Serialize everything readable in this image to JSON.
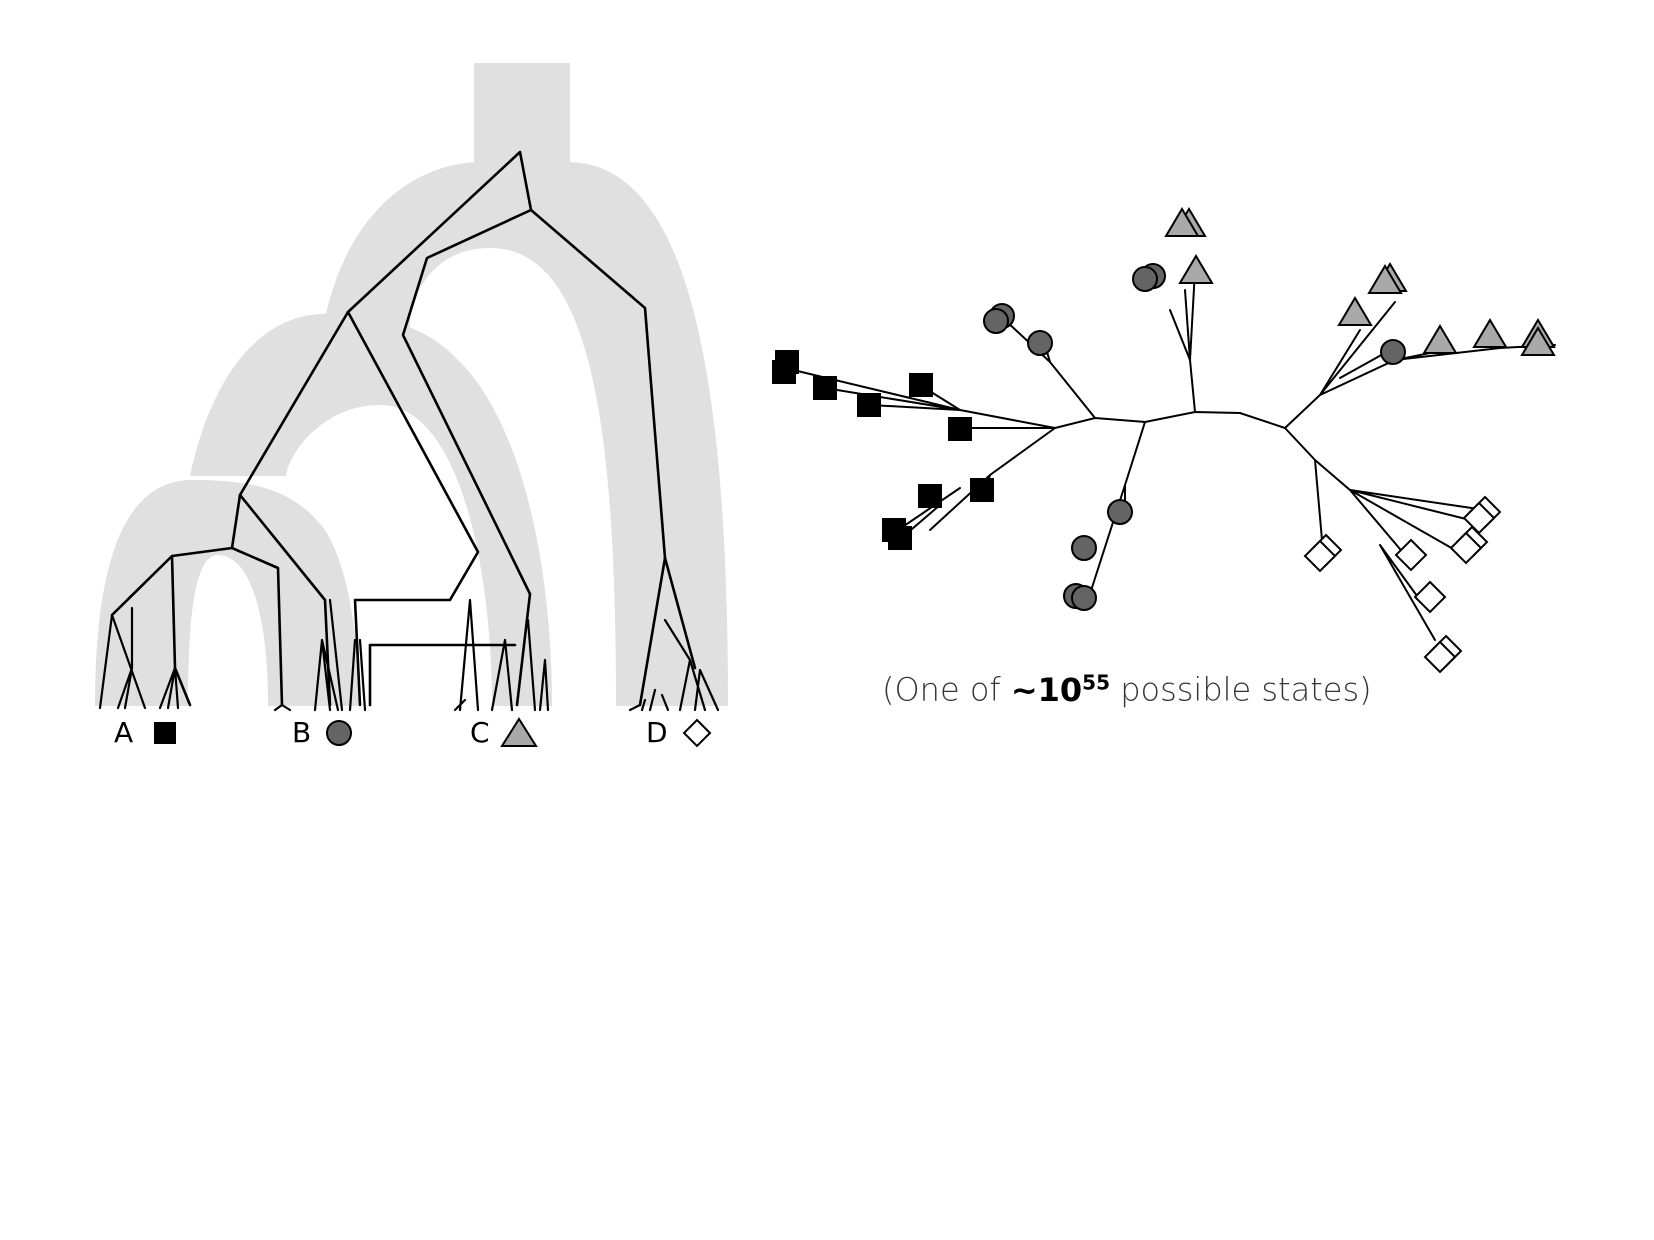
{
  "figure": {
    "populations": [
      {
        "label": "A",
        "symbol": "square"
      },
      {
        "label": "B",
        "symbol": "circle"
      },
      {
        "label": "C",
        "symbol": "triangle"
      },
      {
        "label": "D",
        "symbol": "diamond"
      }
    ],
    "caption": {
      "prefix": "(One of ",
      "emphasis": "~10",
      "exponent": "55",
      "suffix": " possible states)"
    },
    "colors": {
      "species_tree_fill": "#e0e0e0",
      "square": "#000000",
      "circle": "#646464",
      "triangle": "#a9a9a9",
      "diamond": "#ffffff",
      "lines": "#000000"
    }
  }
}
